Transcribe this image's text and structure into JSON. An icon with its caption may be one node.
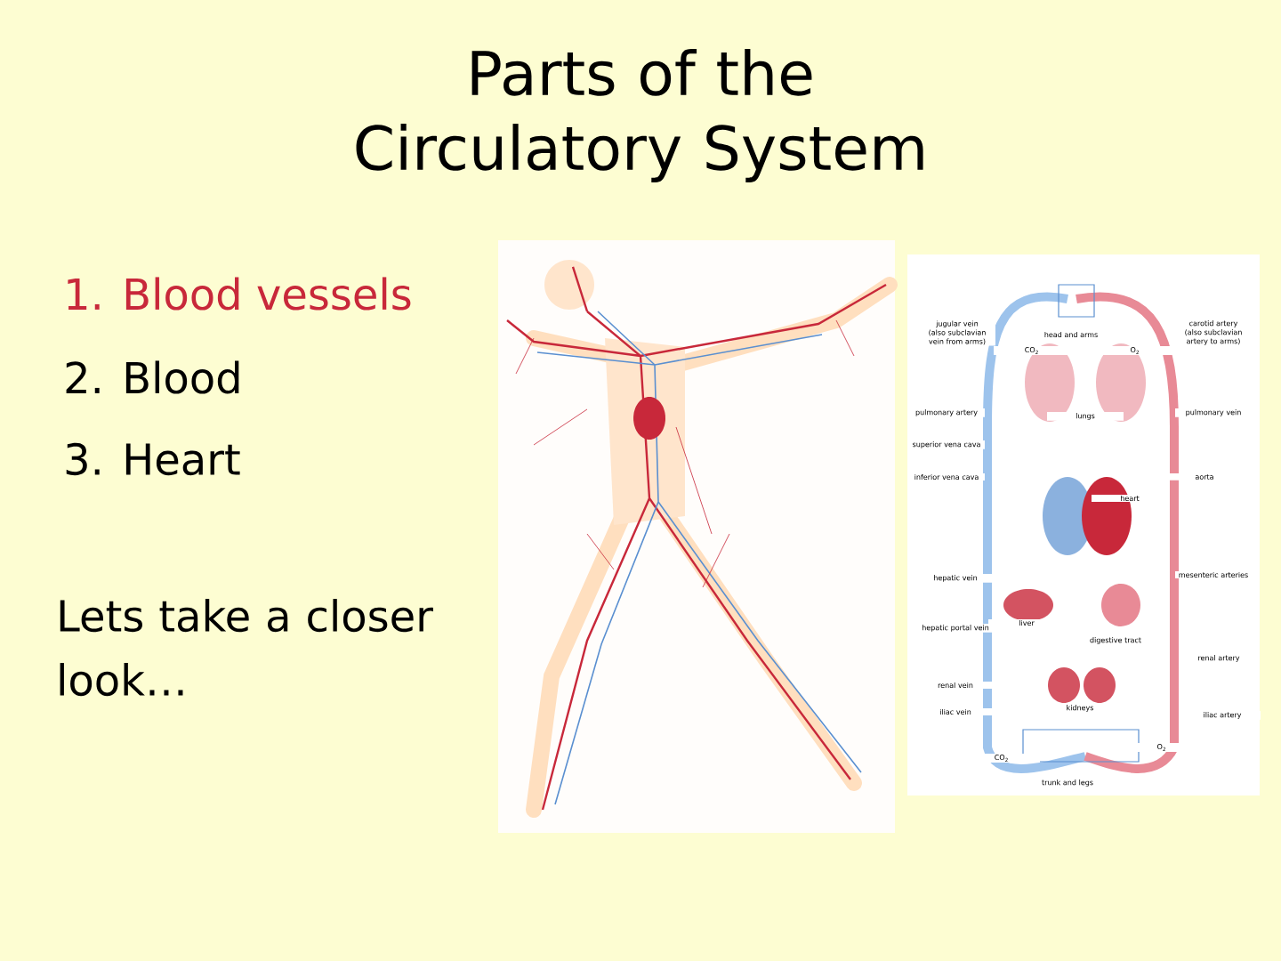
{
  "diagram": {
    "title": "Parts of the Circulatory System",
    "labels": [
      "1. Blood vessels",
      "2. Blood",
      "3. Heart",
      "Lets take a closer look…",
      "jugular vein (also subclavian vein from arms)",
      "head and arms",
      "carotid artery (also subclavian artery to arms)",
      "CO$_{2}$",
      "O$_{2}$",
      "pulmonary artery",
      "lungs",
      "pulmonary vein",
      "superior vena cava",
      "inferior vena cava",
      "aorta",
      "heart",
      "hepatic vein",
      "mesenteric arteries",
      "liver",
      "hepatic portal vein",
      "digestive tract",
      "renal artery",
      "renal vein",
      "kidneys",
      "iliac vein",
      "iliac artery",
      "CO$_{2}$",
      "O$_{2}$",
      "trunk and legs"
    ]
  }
}
